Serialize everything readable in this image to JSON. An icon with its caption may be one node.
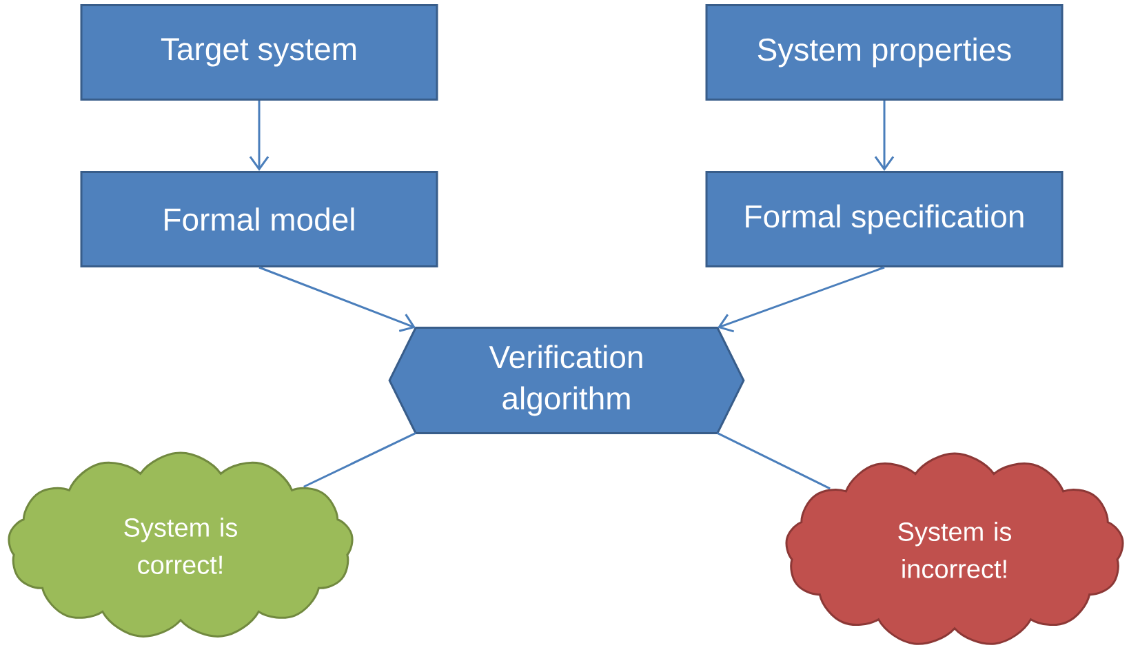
{
  "diagram": {
    "nodes": [
      {
        "text": [
          "Target system"
        ]
      },
      {
        "text": [
          "System properties"
        ]
      },
      {
        "text": [
          "Formal model"
        ]
      },
      {
        "text": [
          "Formal specification"
        ]
      },
      {
        "text": [
          "Verification algorithm"
        ]
      },
      {
        "text": [
          "System is correct!"
        ]
      },
      {
        "text": [
          "System is incorrect!"
        ]
      }
    ],
    "edges": [
      {
        "from": 0,
        "to": 2,
        "arrow": "to"
      },
      {
        "from": 1,
        "to": 3,
        "arrow": "to"
      },
      {
        "from": 2,
        "to": 4,
        "arrow": "to"
      },
      {
        "from": 3,
        "to": 4,
        "arrow": "to"
      },
      {
        "from": 4,
        "to": 5,
        "arrow": "none"
      },
      {
        "from": 4,
        "to": 6,
        "arrow": "none"
      }
    ]
  }
}
